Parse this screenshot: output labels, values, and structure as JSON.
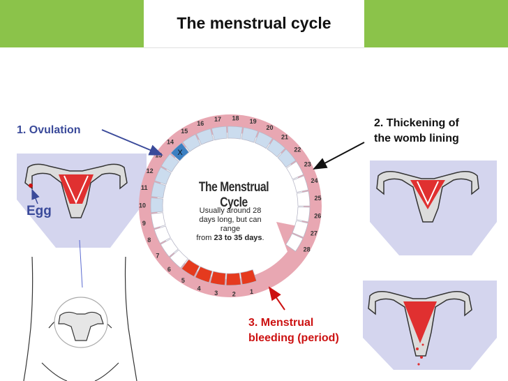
{
  "header": {
    "title": "The menstrual cycle"
  },
  "labels": {
    "ovulation": "1. Ovulation",
    "egg": "Egg",
    "thickening_line1": "2. Thickening of",
    "thickening_line2": "the womb lining",
    "menstrual_line1": "3. Menstrual",
    "menstrual_line2": "bleeding (period)"
  },
  "wheel": {
    "title": "The Menstrual Cycle",
    "description_line1": "Usually around 28",
    "description_line2": "days long, but can",
    "description_line3": "range",
    "description_line4_prefix": "from",
    "description_range": "23 to 35 days",
    "description_suffix": ".",
    "ovulation_marker": "X",
    "days": [
      "1",
      "2",
      "3",
      "4",
      "5",
      "6",
      "7",
      "8",
      "9",
      "10",
      "11",
      "12",
      "13",
      "14",
      "15",
      "16",
      "17",
      "18",
      "19",
      "20",
      "21",
      "22",
      "23",
      "24",
      "25",
      "26",
      "27",
      "28"
    ],
    "bleeding_days": [
      1,
      2,
      3,
      4,
      5
    ],
    "lining_days": [
      10,
      11,
      12,
      13,
      14,
      15,
      16,
      17,
      18,
      19,
      20,
      21,
      22
    ],
    "ovulation_day": 14
  },
  "colors": {
    "title_bar": "#8bc34a",
    "ring": "#e8a7b2",
    "bleeding": "#e53a1e",
    "lining": "#cbdcee",
    "panel": "#d4d5ee",
    "uterus_red": "#e03030"
  }
}
